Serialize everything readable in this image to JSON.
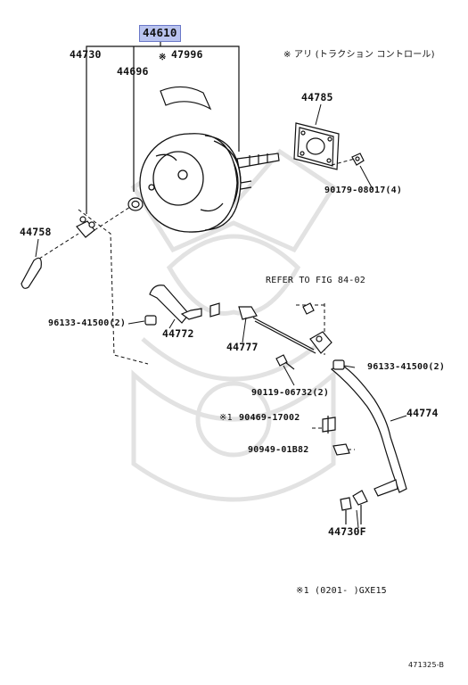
{
  "labels": {
    "p44610": "44610",
    "p44730": "44730",
    "p44696": "44696",
    "p47996": "47996",
    "note_mark": "※",
    "note_text": "※ アリ (トラクション コントロール)",
    "p44785": "44785",
    "p90179": "90179-08017(4)",
    "p44758": "44758",
    "refer": "REFER TO FIG 84-02",
    "p96133_left": "96133-41500(2)",
    "p44772": "44772",
    "p44777": "44777",
    "p96133_right": "96133-41500(2)",
    "p90119": "90119-06732(2)",
    "p90469_mark": "※1",
    "p90469": "90469-17002",
    "p44774": "44774",
    "p90949": "90949-01B82",
    "p44730f": "44730F",
    "footnote": "※1 (0201-      )GXE15",
    "fig_code": "471325-B"
  },
  "colors": {
    "highlight": "#b9c3ee",
    "ink": "#111111",
    "watermark": "#dcdcdc"
  }
}
